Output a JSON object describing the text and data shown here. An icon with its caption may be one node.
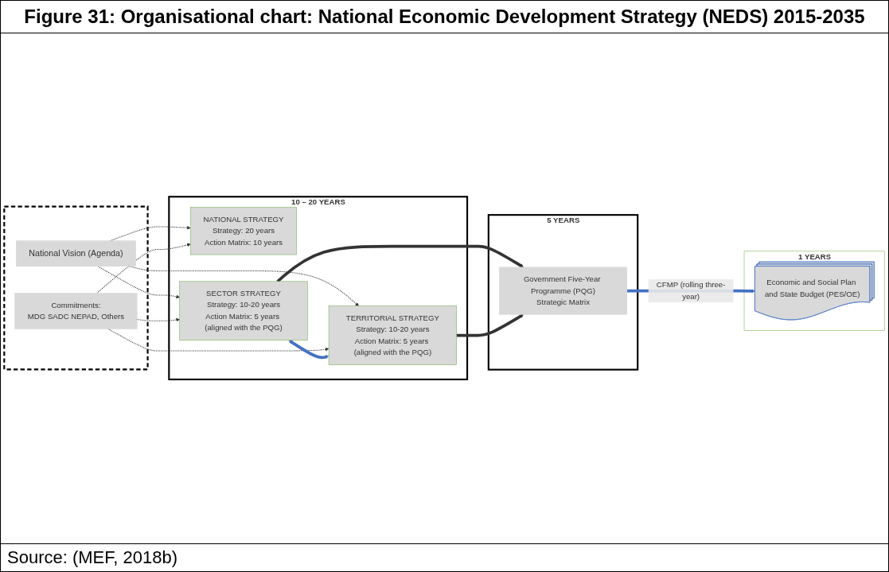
{
  "diagram": {
    "title": "Figure 31: Organisational chart: National Economic Development Strategy (NEDS) 2015-2035",
    "caption": "Source: (MEF, 2018b)",
    "nodes": [
      {
        "text": [],
        "shape": "box"
      },
      {
        "text": [
          "National Vision (Agenda)"
        ],
        "in": 0
      },
      {
        "text": [
          "Commitments:",
          "MDG SADC NEPAD, Others"
        ],
        "in": 0
      },
      {
        "text": [
          "10 – 20 YEARS"
        ]
      },
      {
        "text": [
          "NATIONAL STRATEGY",
          "Strategy: 20 years",
          "Action Matrix: 10 years"
        ],
        "in": 3
      },
      {
        "text": [
          "SECTOR STRATEGY",
          "Strategy: 10-20 years",
          "Action Matrix: 5 years (aligned with the PQG)"
        ],
        "in": 3
      },
      {
        "text": [
          "TERRITORIAL STRATEGY",
          "Strategy: 10-20 years",
          "Action Matrix: 5 years (aligned with the PQG)"
        ],
        "in": 3
      },
      {
        "text": [
          "5 YEARS"
        ]
      },
      {
        "text": [
          "Government Five-Year Programme (PQG)",
          "Strategic Matrix"
        ],
        "in": 7
      },
      {
        "text": [
          "1 YEARS"
        ]
      },
      {
        "text": [
          "Economic and Social Plan and State Budget (PES/OE)"
        ],
        "in": 9
      }
    ],
    "edges": [
      {
        "from": 1,
        "to": 4,
        "arrow": "to",
        "style": "dashed"
      },
      {
        "from": 1,
        "to": 5,
        "arrow": "to",
        "style": "dashed"
      },
      {
        "from": 1,
        "to": 6,
        "arrow": "to",
        "style": "dashed"
      },
      {
        "from": 2,
        "to": 4,
        "arrow": "to",
        "style": "dashed"
      },
      {
        "from": 2,
        "to": 5,
        "arrow": "to",
        "style": "dashed"
      },
      {
        "from": 2,
        "to": 6,
        "arrow": "to",
        "style": "dashed"
      },
      {
        "from": 5,
        "to": 6,
        "arrow": "both",
        "style": "thick",
        "color": "#4472c4"
      },
      {
        "from": 5,
        "to": 8,
        "arrow": "to",
        "style": "thick"
      },
      {
        "from": 6,
        "to": 8,
        "arrow": "to",
        "style": "thick"
      },
      {
        "from": 8,
        "to": 10,
        "arrow": "to",
        "style": "thick",
        "color": "#4472c4",
        "label": "CFMP (rolling three-year)"
      }
    ]
  }
}
